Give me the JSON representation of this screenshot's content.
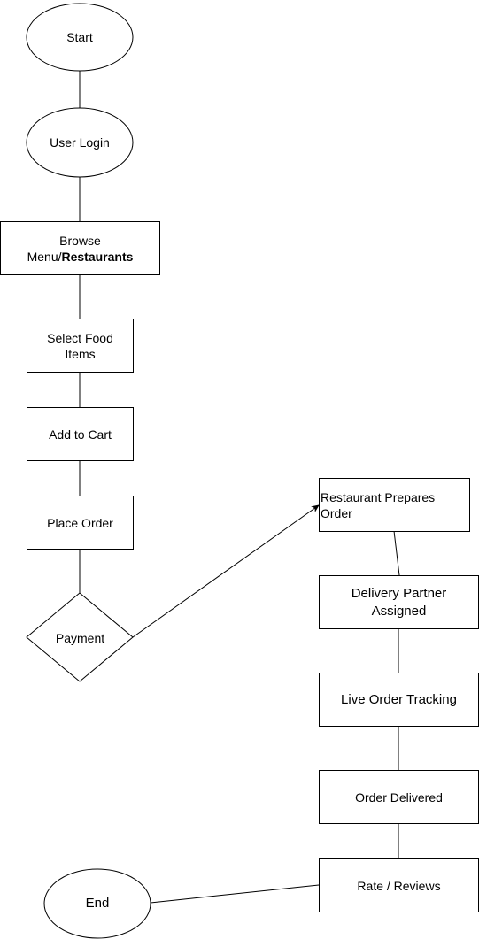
{
  "diagram": {
    "nodes": {
      "start": {
        "label": "Start",
        "shape": "ellipse"
      },
      "user_login": {
        "label": "User Login",
        "shape": "ellipse"
      },
      "browse": {
        "label_line1": "Browse",
        "label_line2_prefix": "Menu/",
        "label_line2_bold": "Restaurants",
        "shape": "rectangle"
      },
      "select_food": {
        "label_line1": "Select Food",
        "label_line2": "Items",
        "shape": "rectangle"
      },
      "add_to_cart": {
        "label": "Add to Cart",
        "shape": "rectangle"
      },
      "place_order": {
        "label": "Place Order",
        "shape": "rectangle"
      },
      "payment": {
        "label": "Payment",
        "shape": "diamond"
      },
      "restaurant_prepares": {
        "label_line1": "Restaurant Prepares",
        "label_line2": "Order",
        "shape": "rectangle"
      },
      "delivery_partner": {
        "label_line1": "Delivery Partner",
        "label_line2": "Assigned",
        "shape": "rectangle"
      },
      "live_tracking": {
        "label": "Live Order Tracking",
        "shape": "rectangle"
      },
      "order_delivered": {
        "label": "Order Delivered",
        "shape": "rectangle"
      },
      "rate_reviews": {
        "label": "Rate / Reviews",
        "shape": "rectangle"
      },
      "end": {
        "label": "End",
        "shape": "ellipse"
      }
    },
    "edges": [
      {
        "from": "start",
        "to": "user_login",
        "arrow": false
      },
      {
        "from": "user_login",
        "to": "browse",
        "arrow": false
      },
      {
        "from": "browse",
        "to": "select_food",
        "arrow": false
      },
      {
        "from": "select_food",
        "to": "add_to_cart",
        "arrow": false
      },
      {
        "from": "add_to_cart",
        "to": "place_order",
        "arrow": false
      },
      {
        "from": "place_order",
        "to": "payment",
        "arrow": false
      },
      {
        "from": "payment",
        "to": "restaurant_prepares",
        "arrow": true
      },
      {
        "from": "restaurant_prepares",
        "to": "delivery_partner",
        "arrow": false
      },
      {
        "from": "delivery_partner",
        "to": "live_tracking",
        "arrow": false
      },
      {
        "from": "live_tracking",
        "to": "order_delivered",
        "arrow": false
      },
      {
        "from": "order_delivered",
        "to": "rate_reviews",
        "arrow": false
      },
      {
        "from": "rate_reviews",
        "to": "end",
        "arrow": false
      }
    ],
    "colors": {
      "stroke": "#000000",
      "fill": "#ffffff",
      "text": "#000000"
    }
  }
}
